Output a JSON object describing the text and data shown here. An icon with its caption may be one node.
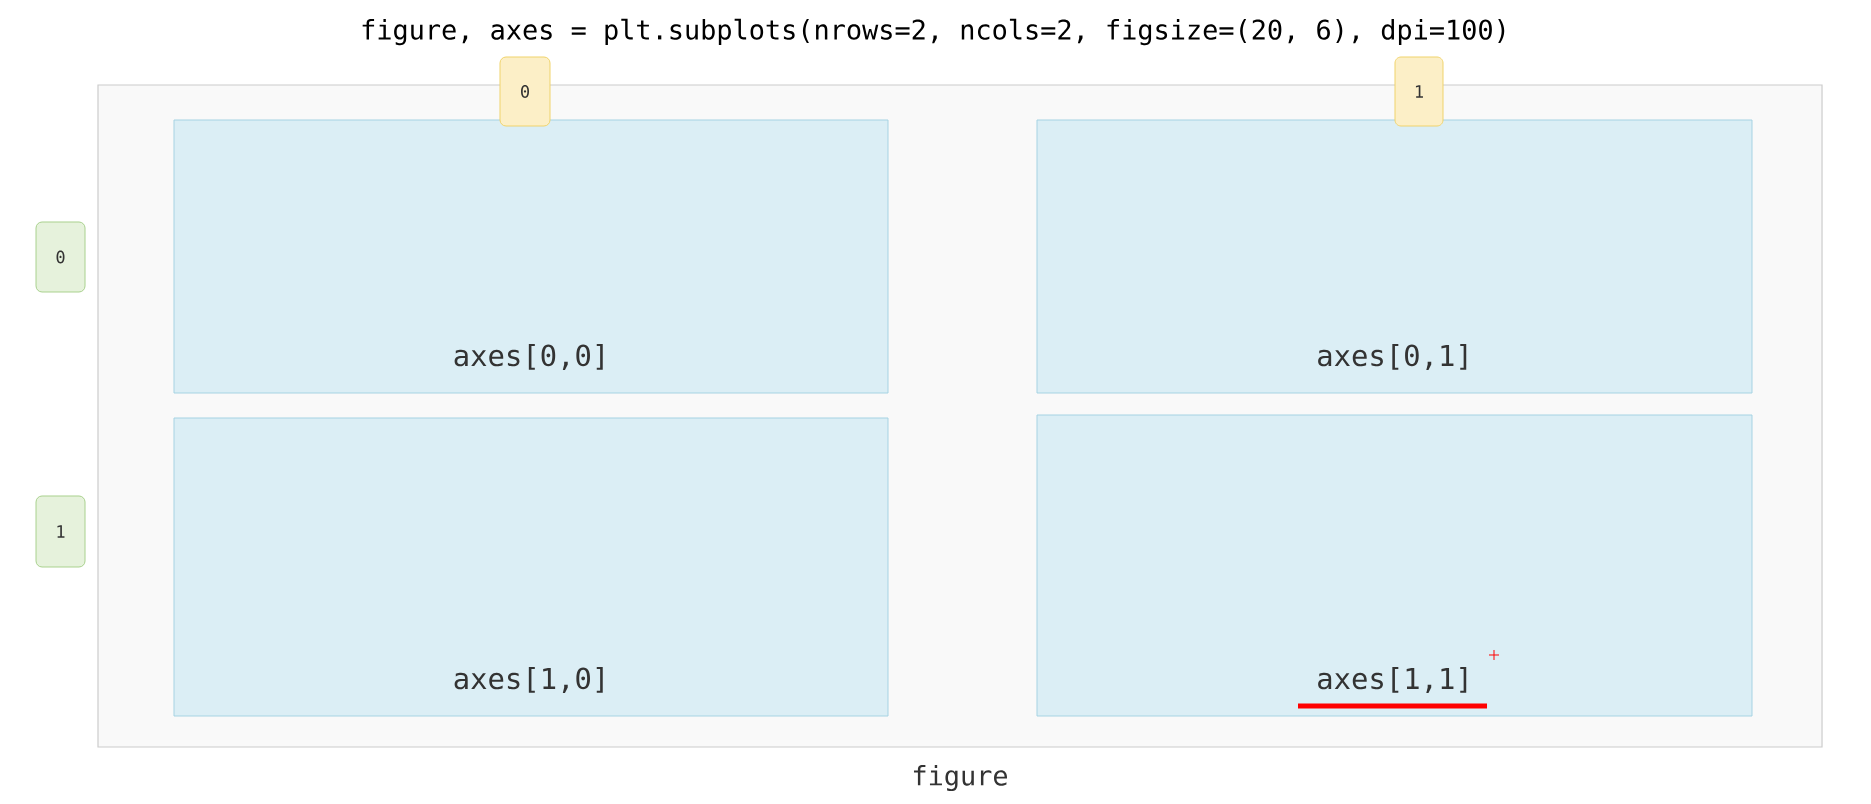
{
  "diagram": {
    "title": "figure, axes = plt.subplots(nrows=2, ncols=2, figsize=(20, 6), dpi=100)",
    "nodes": [
      {
        "text": [
          "figure"
        ]
      },
      {
        "text": [
          "0"
        ]
      },
      {
        "text": [
          "1"
        ]
      },
      {
        "text": [
          "0"
        ]
      },
      {
        "text": [
          "axes[0,0]"
        ],
        "in": 0
      },
      {
        "text": [
          "axes[0,1]"
        ],
        "in": 0
      },
      {
        "text": [
          "1"
        ]
      },
      {
        "text": [
          "axes[1,0]"
        ],
        "in": 0
      },
      {
        "text": [
          "axes[1,1]"
        ],
        "in": 0
      }
    ]
  }
}
